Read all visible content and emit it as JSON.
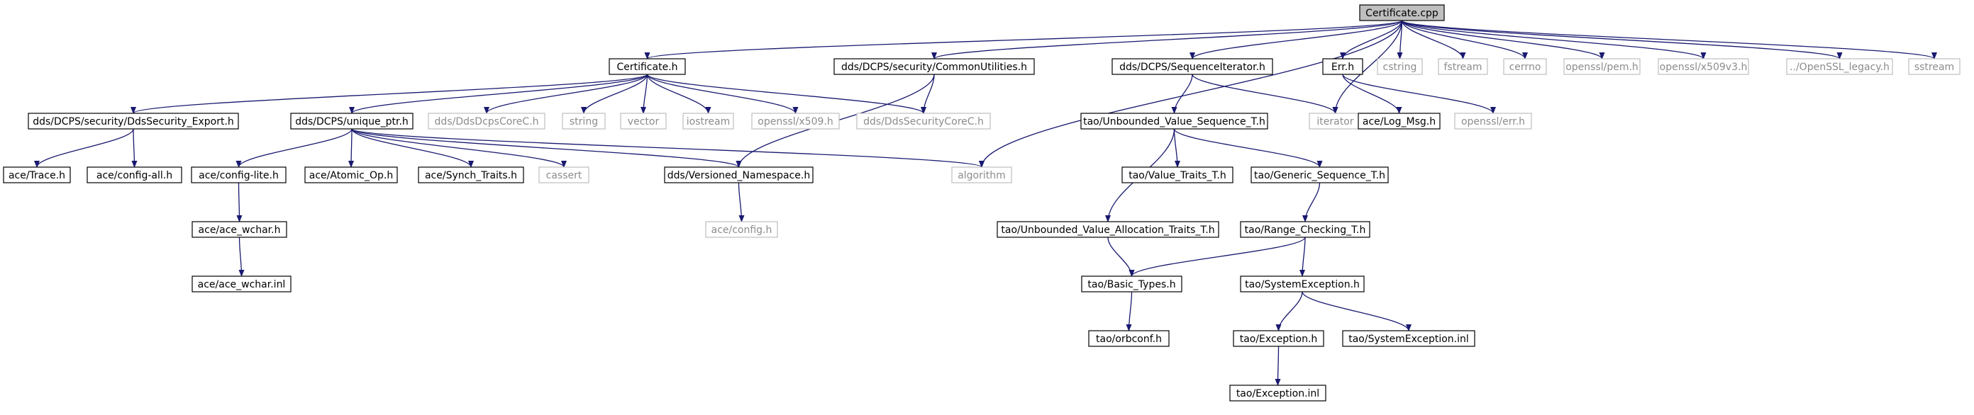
{
  "diagram": {
    "colors": {
      "root_fill": "#bfbfbf",
      "node_fill": "#ffffff",
      "node_border": "#000000",
      "ghost_border": "#bfbfbf",
      "ghost_text": "#8c8c8c",
      "node_text": "#000000",
      "edge": "#191970"
    },
    "nodes": [
      {
        "id": "certificate_cpp",
        "label": "Certificate.cpp",
        "kind": "root"
      },
      {
        "id": "certificate_h",
        "label": "Certificate.h",
        "kind": "normal"
      },
      {
        "id": "common_utilities_h",
        "label": "dds/DCPS/security/CommonUtilities.h",
        "kind": "normal"
      },
      {
        "id": "algorithm",
        "label": "algorithm",
        "kind": "ghost"
      },
      {
        "id": "sequence_iterator_h",
        "label": "dds/DCPS/SequenceIterator.h",
        "kind": "normal"
      },
      {
        "id": "iterator",
        "label": "iterator",
        "kind": "ghost"
      },
      {
        "id": "err_h",
        "label": "Err.h",
        "kind": "normal"
      },
      {
        "id": "cstring",
        "label": "cstring",
        "kind": "ghost"
      },
      {
        "id": "fstream",
        "label": "fstream",
        "kind": "ghost"
      },
      {
        "id": "cerrno",
        "label": "cerrno",
        "kind": "ghost"
      },
      {
        "id": "openssl_pem_h",
        "label": "openssl/pem.h",
        "kind": "ghost"
      },
      {
        "id": "openssl_x509v3_h",
        "label": "openssl/x509v3.h",
        "kind": "ghost"
      },
      {
        "id": "openssl_legacy_h",
        "label": "../OpenSSL_legacy.h",
        "kind": "ghost"
      },
      {
        "id": "sstream",
        "label": "sstream",
        "kind": "ghost"
      },
      {
        "id": "dds_security_export_h",
        "label": "dds/DCPS/security/DdsSecurity_Export.h",
        "kind": "normal"
      },
      {
        "id": "unique_ptr_h",
        "label": "dds/DCPS/unique_ptr.h",
        "kind": "normal"
      },
      {
        "id": "dds_dcps_corec_h",
        "label": "dds/DdsDcpsCoreC.h",
        "kind": "ghost"
      },
      {
        "id": "string",
        "label": "string",
        "kind": "ghost"
      },
      {
        "id": "vector",
        "label": "vector",
        "kind": "ghost"
      },
      {
        "id": "iostream",
        "label": "iostream",
        "kind": "ghost"
      },
      {
        "id": "openssl_x509_h",
        "label": "openssl/x509.h",
        "kind": "ghost"
      },
      {
        "id": "dds_security_corec_h",
        "label": "dds/DdsSecurityCoreC.h",
        "kind": "ghost"
      },
      {
        "id": "ace_trace_h",
        "label": "ace/Trace.h",
        "kind": "normal"
      },
      {
        "id": "ace_config_all_h",
        "label": "ace/config-all.h",
        "kind": "normal"
      },
      {
        "id": "ace_config_lite_h",
        "label": "ace/config-lite.h",
        "kind": "normal"
      },
      {
        "id": "ace_atomic_op_h",
        "label": "ace/Atomic_Op.h",
        "kind": "normal"
      },
      {
        "id": "ace_synch_traits_h",
        "label": "ace/Synch_Traits.h",
        "kind": "normal"
      },
      {
        "id": "cassert",
        "label": "cassert",
        "kind": "ghost"
      },
      {
        "id": "versioned_namespace_h",
        "label": "dds/Versioned_Namespace.h",
        "kind": "normal"
      },
      {
        "id": "ace_ace_wchar_h",
        "label": "ace/ace_wchar.h",
        "kind": "normal"
      },
      {
        "id": "ace_ace_wchar_inl",
        "label": "ace/ace_wchar.inl",
        "kind": "normal"
      },
      {
        "id": "ace_config_h",
        "label": "ace/config.h",
        "kind": "ghost"
      },
      {
        "id": "tao_unbounded_value_sequence_t_h",
        "label": "tao/Unbounded_Value_Sequence_T.h",
        "kind": "normal"
      },
      {
        "id": "tao_value_traits_t_h",
        "label": "tao/Value_Traits_T.h",
        "kind": "normal"
      },
      {
        "id": "tao_generic_sequence_t_h",
        "label": "tao/Generic_Sequence_T.h",
        "kind": "normal"
      },
      {
        "id": "tao_unbounded_value_allocation_traits_t_h",
        "label": "tao/Unbounded_Value_Allocation_Traits_T.h",
        "kind": "normal"
      },
      {
        "id": "tao_range_checking_t_h",
        "label": "tao/Range_Checking_T.h",
        "kind": "normal"
      },
      {
        "id": "tao_basic_types_h",
        "label": "tao/Basic_Types.h",
        "kind": "normal"
      },
      {
        "id": "tao_system_exception_h",
        "label": "tao/SystemException.h",
        "kind": "normal"
      },
      {
        "id": "tao_orbconf_h",
        "label": "tao/orbconf.h",
        "kind": "normal"
      },
      {
        "id": "tao_exception_h",
        "label": "tao/Exception.h",
        "kind": "normal"
      },
      {
        "id": "tao_system_exception_inl",
        "label": "tao/SystemException.inl",
        "kind": "normal"
      },
      {
        "id": "tao_exception_inl",
        "label": "tao/Exception.inl",
        "kind": "normal"
      },
      {
        "id": "ace_log_msg_h",
        "label": "ace/Log_Msg.h",
        "kind": "normal"
      },
      {
        "id": "openssl_err_h",
        "label": "openssl/err.h",
        "kind": "ghost"
      }
    ],
    "edges": [
      [
        "certificate_cpp",
        "certificate_h"
      ],
      [
        "certificate_cpp",
        "common_utilities_h"
      ],
      [
        "certificate_cpp",
        "algorithm"
      ],
      [
        "certificate_cpp",
        "sequence_iterator_h"
      ],
      [
        "certificate_cpp",
        "iterator"
      ],
      [
        "certificate_cpp",
        "err_h"
      ],
      [
        "certificate_cpp",
        "cstring"
      ],
      [
        "certificate_cpp",
        "fstream"
      ],
      [
        "certificate_cpp",
        "cerrno"
      ],
      [
        "certificate_cpp",
        "openssl_pem_h"
      ],
      [
        "certificate_cpp",
        "openssl_x509v3_h"
      ],
      [
        "certificate_cpp",
        "openssl_legacy_h"
      ],
      [
        "certificate_cpp",
        "sstream"
      ],
      [
        "certificate_h",
        "dds_security_export_h"
      ],
      [
        "certificate_h",
        "unique_ptr_h"
      ],
      [
        "certificate_h",
        "dds_dcps_corec_h"
      ],
      [
        "certificate_h",
        "string"
      ],
      [
        "certificate_h",
        "vector"
      ],
      [
        "certificate_h",
        "iostream"
      ],
      [
        "certificate_h",
        "openssl_x509_h"
      ],
      [
        "certificate_h",
        "dds_security_corec_h"
      ],
      [
        "common_utilities_h",
        "dds_security_corec_h"
      ],
      [
        "common_utilities_h",
        "versioned_namespace_h"
      ],
      [
        "dds_security_export_h",
        "ace_trace_h"
      ],
      [
        "dds_security_export_h",
        "ace_config_all_h"
      ],
      [
        "unique_ptr_h",
        "ace_config_lite_h"
      ],
      [
        "unique_ptr_h",
        "ace_atomic_op_h"
      ],
      [
        "unique_ptr_h",
        "ace_synch_traits_h"
      ],
      [
        "unique_ptr_h",
        "cassert"
      ],
      [
        "unique_ptr_h",
        "versioned_namespace_h"
      ],
      [
        "unique_ptr_h",
        "algorithm"
      ],
      [
        "ace_config_lite_h",
        "ace_ace_wchar_h"
      ],
      [
        "ace_ace_wchar_h",
        "ace_ace_wchar_inl"
      ],
      [
        "versioned_namespace_h",
        "ace_config_h"
      ],
      [
        "sequence_iterator_h",
        "tao_unbounded_value_sequence_t_h"
      ],
      [
        "sequence_iterator_h",
        "iterator"
      ],
      [
        "tao_unbounded_value_sequence_t_h",
        "tao_unbounded_value_allocation_traits_t_h"
      ],
      [
        "tao_unbounded_value_sequence_t_h",
        "tao_value_traits_t_h"
      ],
      [
        "tao_unbounded_value_sequence_t_h",
        "tao_generic_sequence_t_h"
      ],
      [
        "tao_generic_sequence_t_h",
        "tao_range_checking_t_h"
      ],
      [
        "tao_unbounded_value_allocation_traits_t_h",
        "tao_basic_types_h"
      ],
      [
        "tao_range_checking_t_h",
        "tao_basic_types_h"
      ],
      [
        "tao_range_checking_t_h",
        "tao_system_exception_h"
      ],
      [
        "tao_basic_types_h",
        "tao_orbconf_h"
      ],
      [
        "tao_system_exception_h",
        "tao_exception_h"
      ],
      [
        "tao_system_exception_h",
        "tao_system_exception_inl"
      ],
      [
        "tao_exception_h",
        "tao_exception_inl"
      ],
      [
        "err_h",
        "ace_log_msg_h"
      ],
      [
        "err_h",
        "openssl_err_h"
      ]
    ]
  }
}
